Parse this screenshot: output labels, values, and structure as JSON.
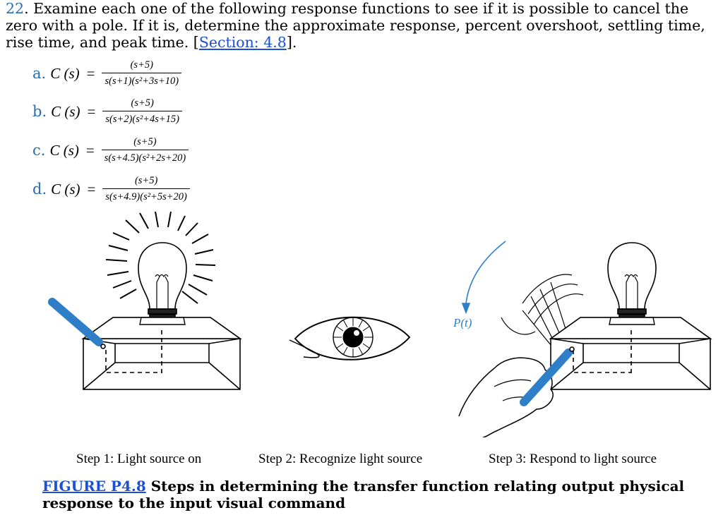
{
  "problem": {
    "number": "22",
    "text_1": ". Examine each one of the following response functions to see if it is possible to cancel the zero with a pole. If it is, determine the approximate response, percent overshoot, settling time, rise time, and peak time. [",
    "section_link": "Section: 4.8",
    "text_2": "]."
  },
  "equations": [
    {
      "label": "a.",
      "lhs": "C (s)",
      "numerator": "(s+5)",
      "denominator": "s(s+1)(s²+3s+10)"
    },
    {
      "label": "b.",
      "lhs": "C (s)",
      "numerator": "(s+5)",
      "denominator": "s(s+2)(s²+4s+15)"
    },
    {
      "label": "c.",
      "lhs": "C (s)",
      "numerator": "(s+5)",
      "denominator": "s(s+4.5)(s²+2s+20)"
    },
    {
      "label": "d.",
      "lhs": "C (s)",
      "numerator": "(s+5)",
      "denominator": "s(s+4.9)(s²+5s+20)"
    }
  ],
  "figure": {
    "force_label": "P(t)",
    "step1": "Step 1: Light source on",
    "step2": "Step 2: Recognize light source",
    "step3": "Step 3: Respond to light source",
    "caption_link": "FIGURE P4.8",
    "caption_text": " Steps in determining the transfer function relating output physical response to the input visual command",
    "colors": {
      "accent": "#2f7fc8",
      "text_link": "#1a4fd6"
    }
  }
}
